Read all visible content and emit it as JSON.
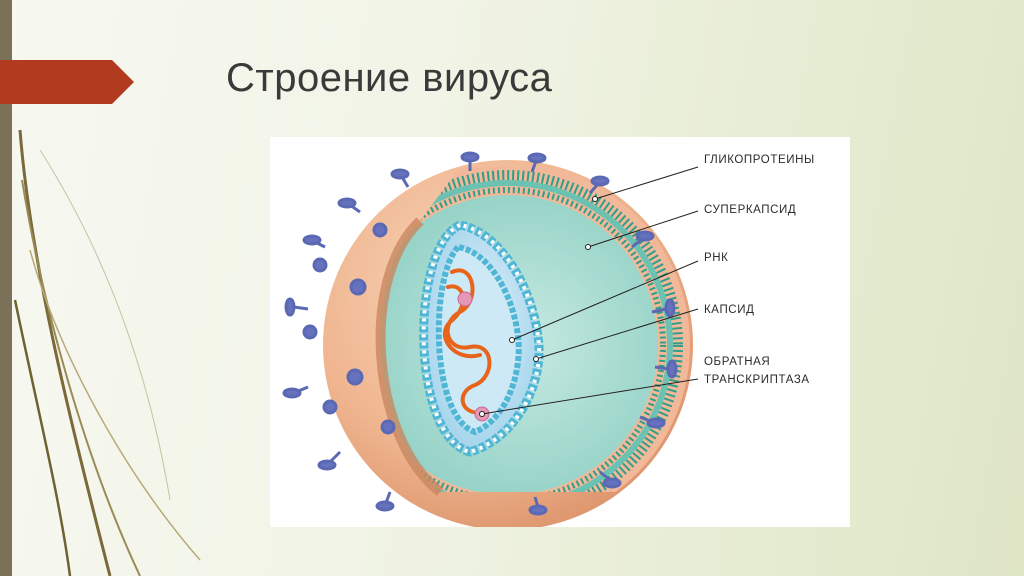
{
  "slide": {
    "title": "Строение вируса"
  },
  "colors": {
    "accent": "#b23a1f",
    "side_bar": "#7b7058",
    "envelope": "#efb58f",
    "interior": "#9fd6cc",
    "capsid_bead": "#4fb6d6",
    "rna": "#e8641a",
    "glycoprotein": "#6672bd",
    "enzyme": "#e597b8"
  },
  "diagram": {
    "labels": {
      "glycoproteins": "ГЛИКОПРОТЕИНЫ",
      "supercapsid": "СУПЕРКАПСИД",
      "rna": "РНК",
      "capsid": "КАПСИД",
      "reverse_transcriptase_line1": "ОБРАТНАЯ",
      "reverse_transcriptase_line2": "ТРАНСКРИПТАЗА"
    }
  }
}
